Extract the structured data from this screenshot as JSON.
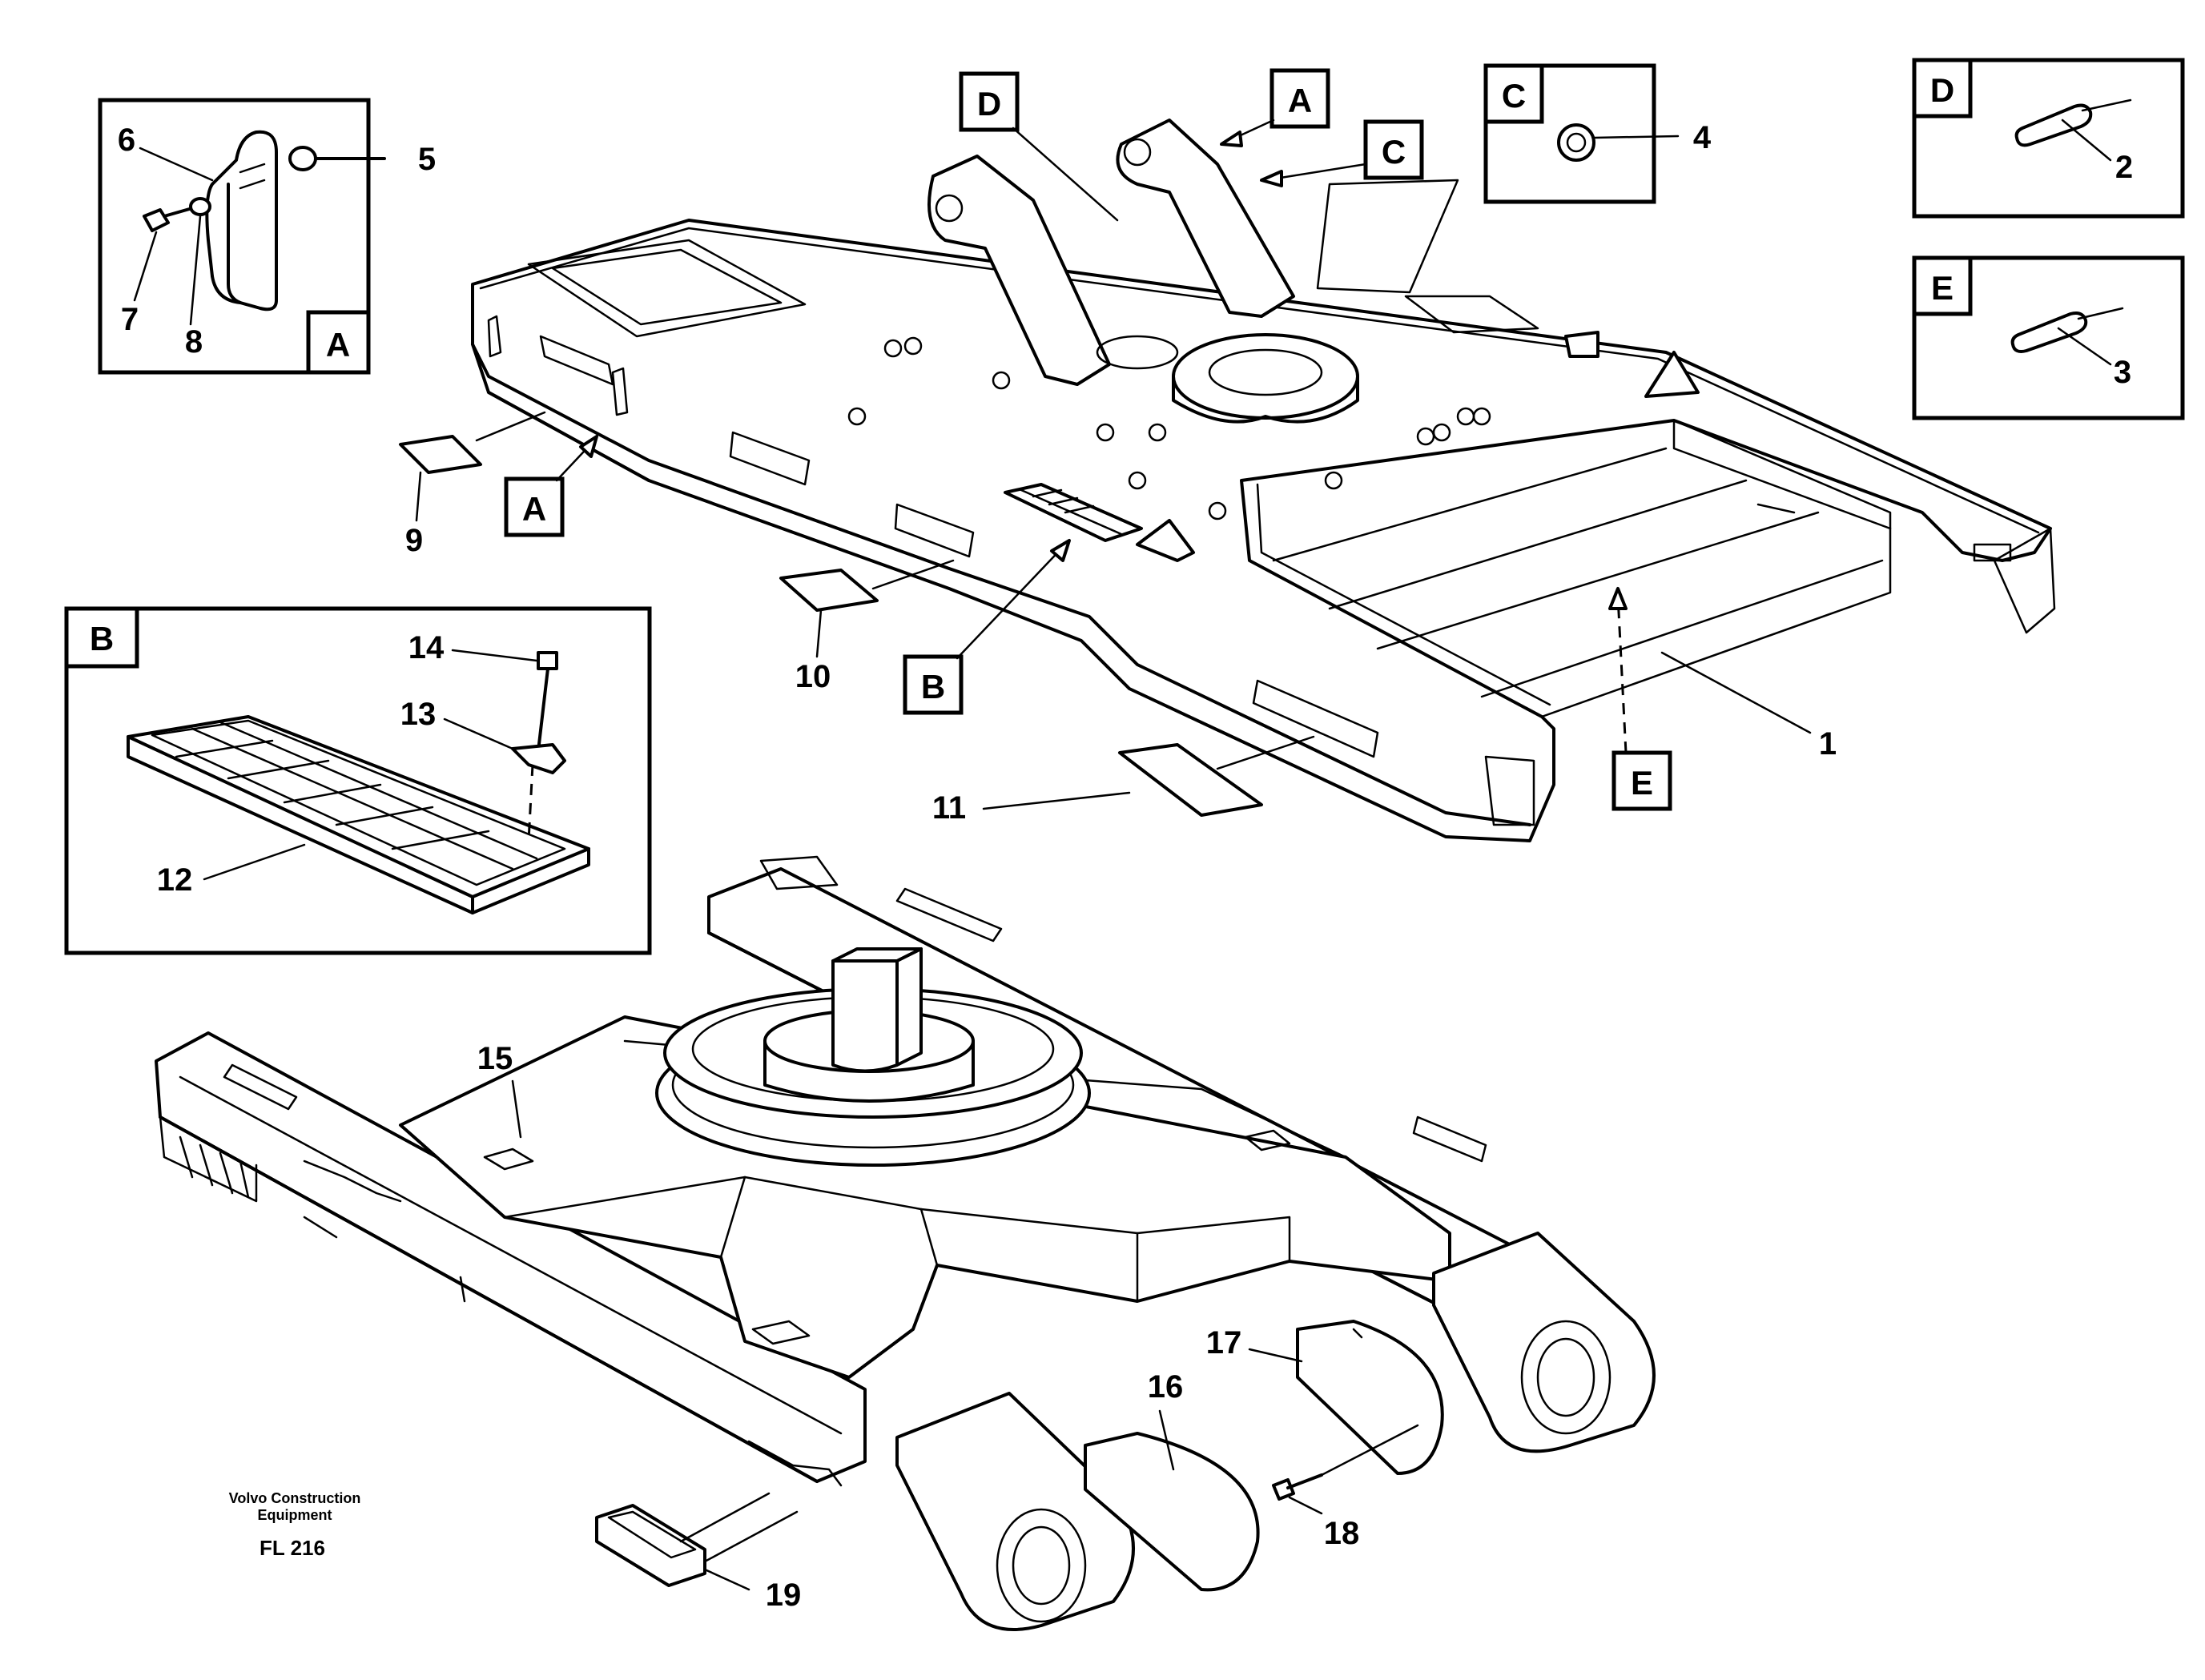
{
  "drawing": {
    "part_numbers": [
      "1",
      "2",
      "3",
      "4",
      "5",
      "6",
      "7",
      "8",
      "9",
      "10",
      "11",
      "12",
      "13",
      "14",
      "15",
      "16",
      "17",
      "18",
      "19"
    ],
    "view_letters": {
      "a": "A",
      "b": "B",
      "c": "C",
      "d": "D",
      "e": "E"
    },
    "footer": {
      "company_line1": "Volvo Construction",
      "company_line2": "Equipment",
      "code": "FL 216"
    }
  }
}
